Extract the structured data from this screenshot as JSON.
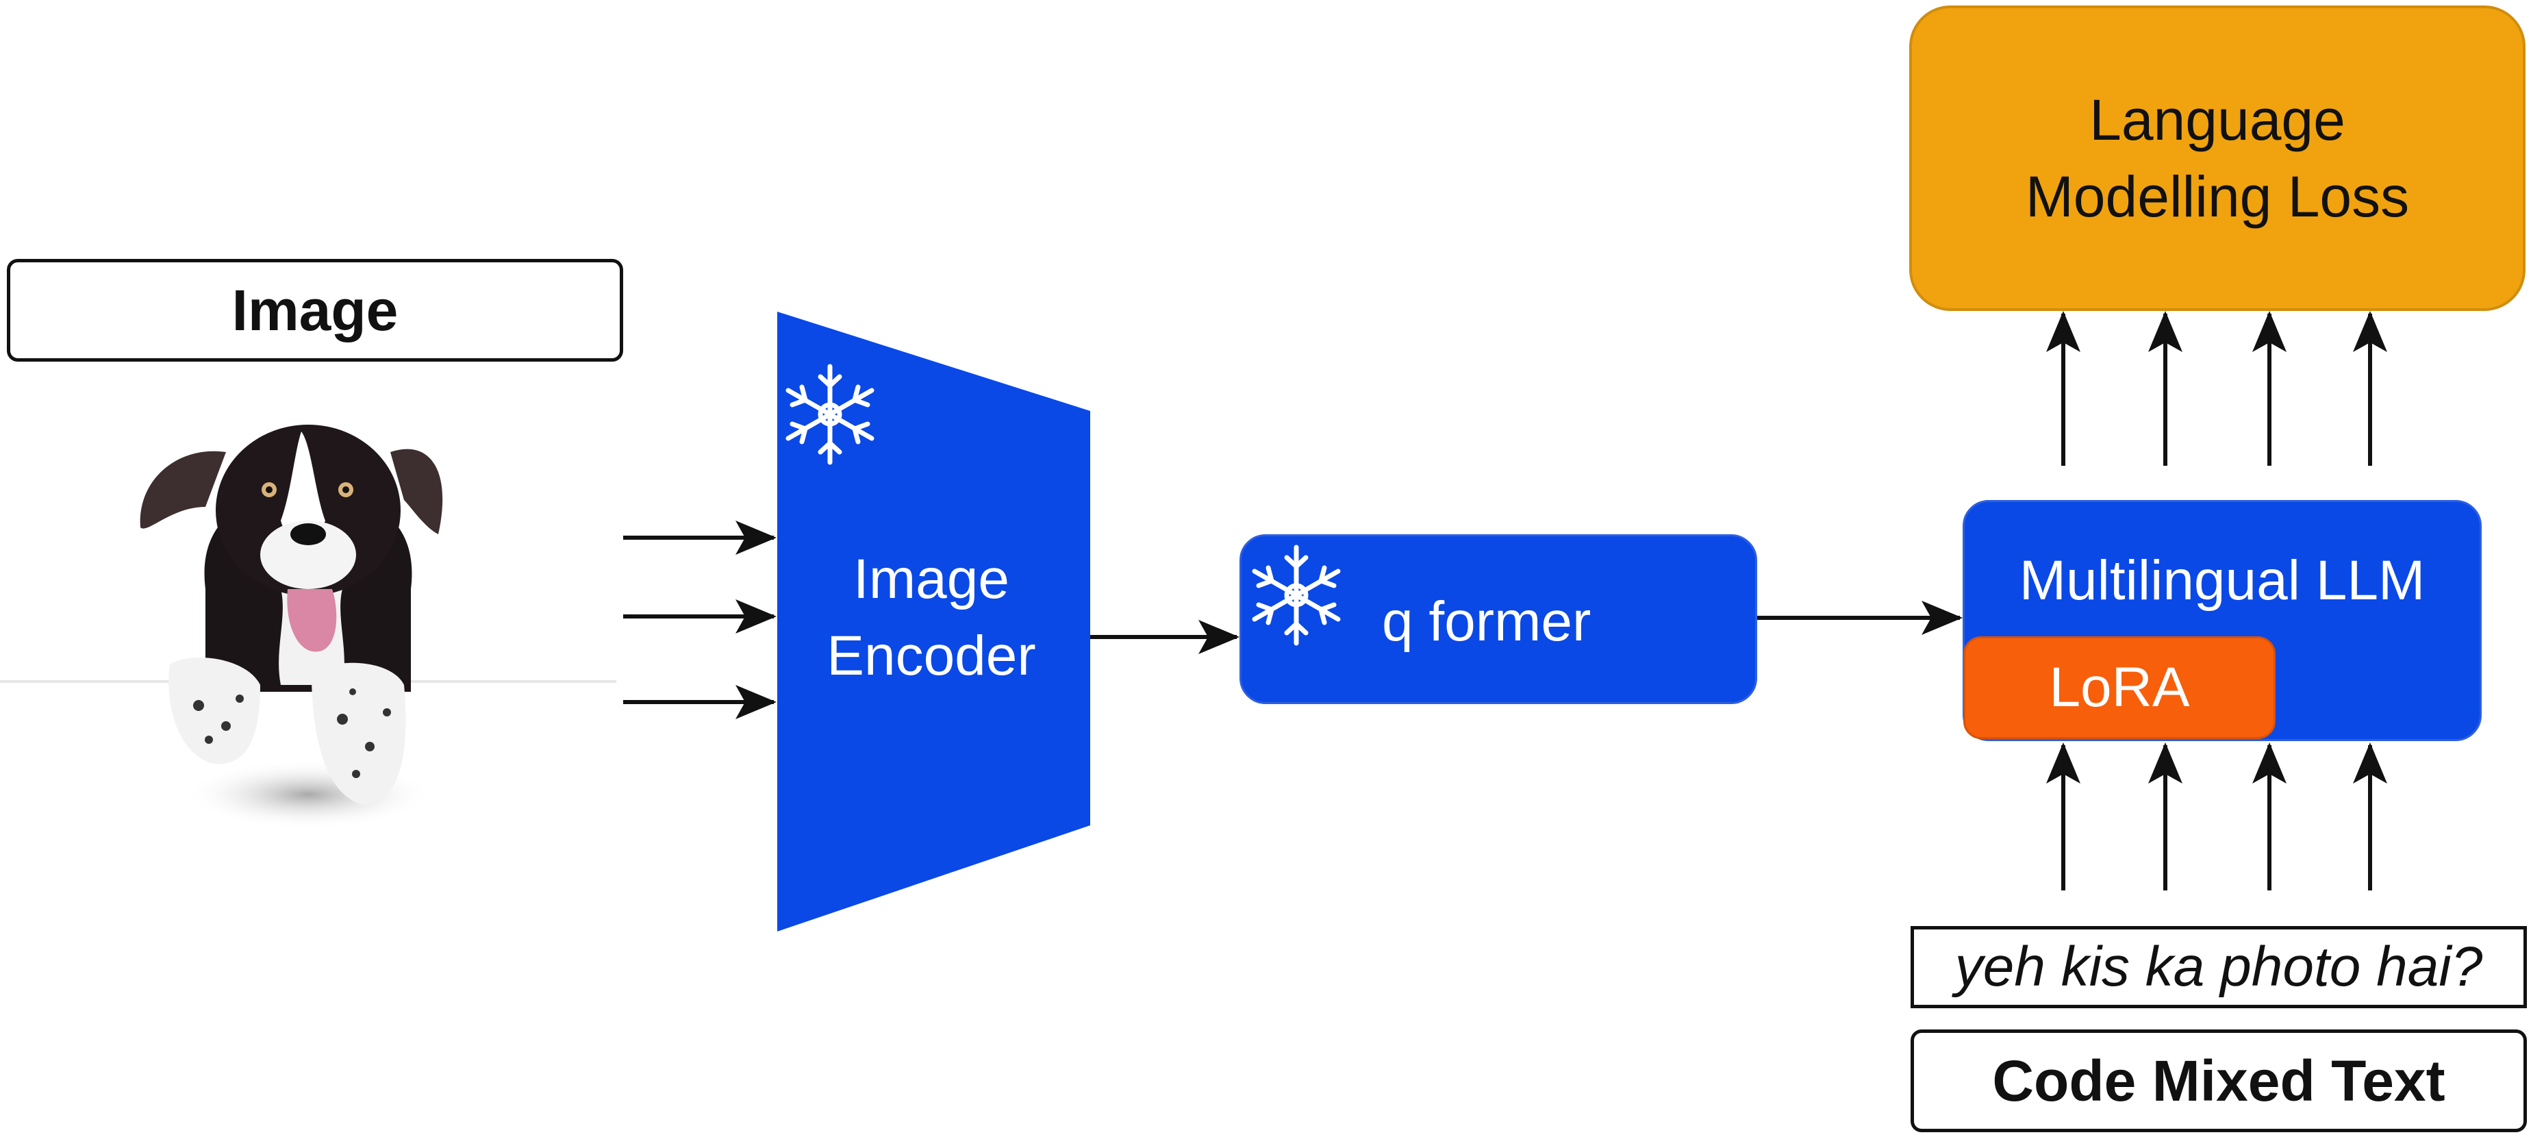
{
  "input_image": {
    "label": "Image",
    "picture_icon": "dog-photo"
  },
  "encoder": {
    "label": "Image Encoder",
    "icon": "snowflake-icon",
    "fill_color": "#0a49e6"
  },
  "qformer": {
    "label": "q former",
    "icon": "snowflake-icon",
    "fill_color": "#0a49e6"
  },
  "llm": {
    "label": "Multilingual LLM",
    "fill_color": "#0a49e6",
    "adapter": {
      "label": "LoRA",
      "fill_color": "#f75f0a"
    }
  },
  "loss": {
    "label": "Language Modelling Loss",
    "fill_color": "#f0a30f"
  },
  "text_input": {
    "query": "yeh kis ka photo hai?",
    "label": "Code Mixed Text"
  }
}
